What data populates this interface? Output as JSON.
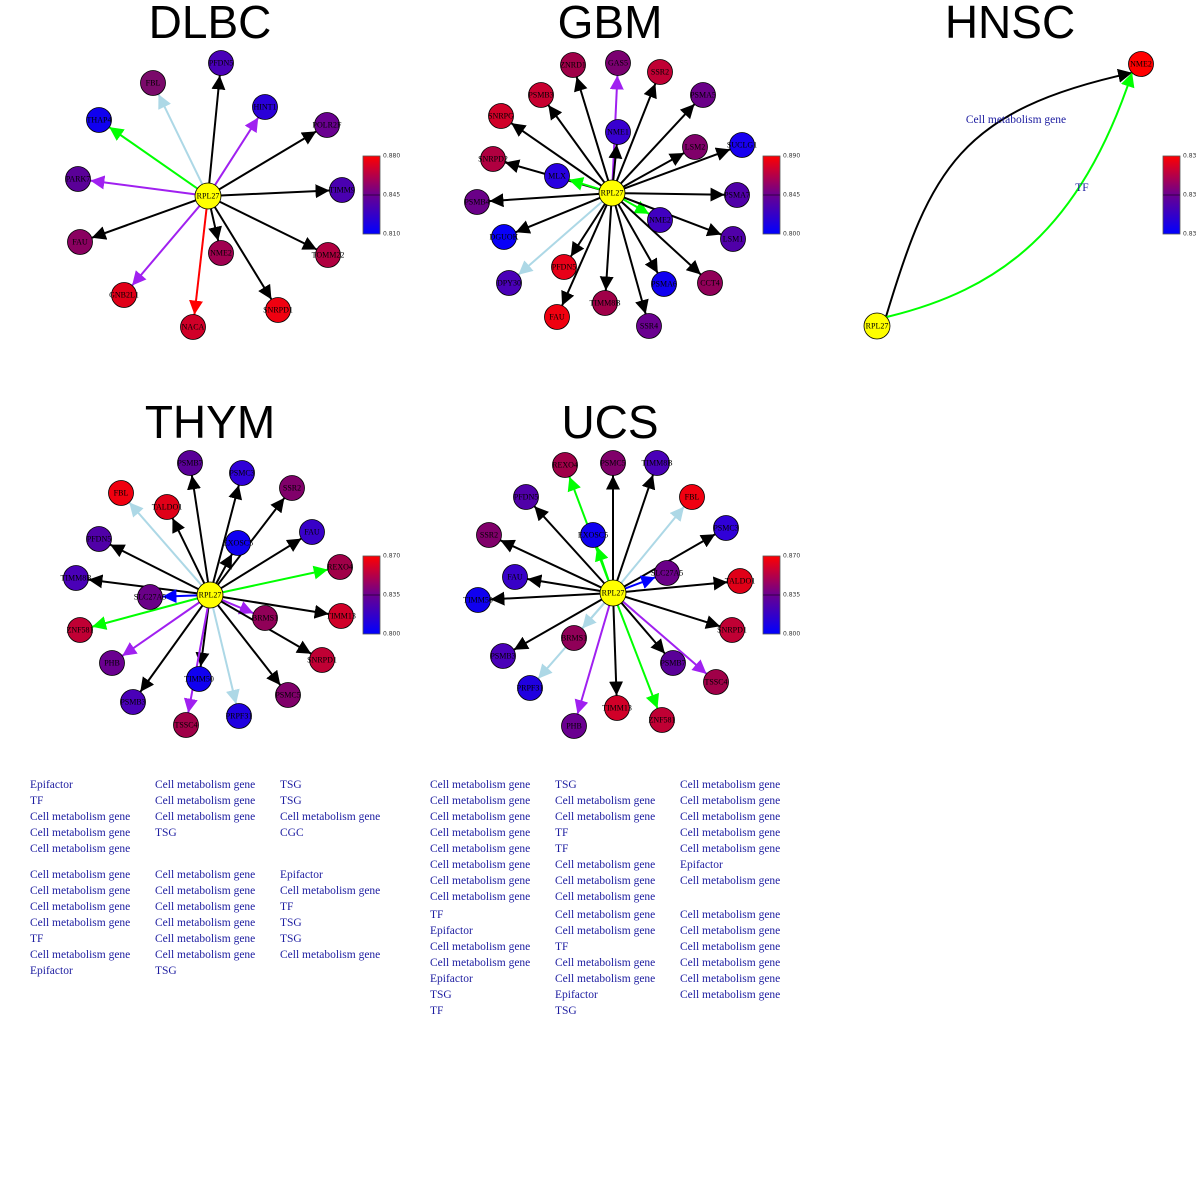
{
  "center_gene": "RPL27",
  "edge_types": {
    "Cell metabolism gene": "#000000",
    "Epifactor": "#add8e6",
    "TSG": "#a020f0",
    "TF": "#00ff00",
    "CGC": "#ff0000",
    "other": "#0000ff"
  },
  "center_color": "#ffff00",
  "panels": [
    {
      "title": "DLBC",
      "colorbar": [
        "0.880",
        "0.845",
        "0.810"
      ],
      "nodes": [
        {
          "name": "FBL",
          "color": "#7a0a6a",
          "edge": "Epifactor"
        },
        {
          "name": "PFDN5",
          "color": "#4a00b8",
          "edge": "Cell metabolism gene"
        },
        {
          "name": "HINT1",
          "color": "#2a00d8",
          "edge": "TSG"
        },
        {
          "name": "THAP4",
          "color": "#1000f0",
          "edge": "TF"
        },
        {
          "name": "POLR2F",
          "color": "#6a0090",
          "edge": "Cell metabolism gene"
        },
        {
          "name": "PARK7",
          "color": "#5a0098",
          "edge": "TSG"
        },
        {
          "name": "TIMM9",
          "color": "#4a00b0",
          "edge": "Cell metabolism gene"
        },
        {
          "name": "FAU",
          "color": "#8a0060",
          "edge": "Cell metabolism gene"
        },
        {
          "name": "NME2",
          "color": "#a00050",
          "edge": "Cell metabolism gene"
        },
        {
          "name": "TOMM22",
          "color": "#b00040",
          "edge": "Cell metabolism gene"
        },
        {
          "name": "GNB2L1",
          "color": "#e00018",
          "edge": "TSG"
        },
        {
          "name": "NACA",
          "color": "#d00028",
          "edge": "CGC"
        },
        {
          "name": "SNRPD1",
          "color": "#f00010",
          "edge": "Cell metabolism gene"
        }
      ]
    },
    {
      "title": "GBM",
      "colorbar": [
        "0.890",
        "0.845",
        "0.800"
      ],
      "nodes": [
        {
          "name": "ZNRD1",
          "color": "#a00048",
          "edge": "Cell metabolism gene"
        },
        {
          "name": "GAS5",
          "color": "#7a0070",
          "edge": "TSG"
        },
        {
          "name": "SSR2",
          "color": "#c00034",
          "edge": "Cell metabolism gene"
        },
        {
          "name": "PSMA5",
          "color": "#6a0088",
          "edge": "Cell metabolism gene"
        },
        {
          "name": "PSMB3",
          "color": "#c80030",
          "edge": "Cell metabolism gene"
        },
        {
          "name": "SNRPG",
          "color": "#d00028",
          "edge": "Cell metabolism gene"
        },
        {
          "name": "NME1",
          "color": "#3800d0",
          "edge": "Cell metabolism gene"
        },
        {
          "name": "LSM2",
          "color": "#80006a",
          "edge": "Cell metabolism gene"
        },
        {
          "name": "SUCLG1",
          "color": "#1800f0",
          "edge": "Cell metabolism gene"
        },
        {
          "name": "SNRPD2",
          "color": "#b00040",
          "edge": "Cell metabolism gene"
        },
        {
          "name": "MLX",
          "color": "#2800e0",
          "edge": "TF"
        },
        {
          "name": "PSMB4",
          "color": "#6a0088",
          "edge": "Cell metabolism gene"
        },
        {
          "name": "PSMA7",
          "color": "#5000a8",
          "edge": "Cell metabolism gene"
        },
        {
          "name": "NME2",
          "color": "#4000c0",
          "edge": "TF"
        },
        {
          "name": "DGUOK",
          "color": "#0800f8",
          "edge": "Cell metabolism gene"
        },
        {
          "name": "LSM1",
          "color": "#5000a8",
          "edge": "Cell metabolism gene"
        },
        {
          "name": "PFDN5",
          "color": "#e80018",
          "edge": "Cell metabolism gene"
        },
        {
          "name": "DPY30",
          "color": "#4a00b8",
          "edge": "Epifactor"
        },
        {
          "name": "PSMA6",
          "color": "#1000f0",
          "edge": "Cell metabolism gene"
        },
        {
          "name": "CCT4",
          "color": "#900058",
          "edge": "Cell metabolism gene"
        },
        {
          "name": "FAU",
          "color": "#f00010",
          "edge": "Cell metabolism gene"
        },
        {
          "name": "TIMM8B",
          "color": "#a00048",
          "edge": "Cell metabolism gene"
        },
        {
          "name": "SSR4",
          "color": "#6a0090",
          "edge": "Cell metabolism gene"
        }
      ]
    },
    {
      "title": "HNSC",
      "colorbar": [
        "0.83",
        "0.83",
        "0.83"
      ],
      "nodes": [
        {
          "name": "NME2",
          "color": "#ff0000",
          "edge": "Cell metabolism gene"
        },
        {
          "name": "NME2",
          "color": "#ff0000",
          "edge": "TF"
        }
      ]
    },
    {
      "title": "THYM",
      "colorbar": [
        "0.870",
        "0.835",
        "0.800"
      ],
      "nodes": [
        {
          "name": "PSMB7",
          "color": "#5a0098",
          "edge": "Cell metabolism gene"
        },
        {
          "name": "PSMC3",
          "color": "#3000d8",
          "edge": "Cell metabolism gene"
        },
        {
          "name": "FBL",
          "color": "#f00010",
          "edge": "Epifactor"
        },
        {
          "name": "SSR2",
          "color": "#80006a",
          "edge": "Cell metabolism gene"
        },
        {
          "name": "TALDO1",
          "color": "#e00018",
          "edge": "Cell metabolism gene"
        },
        {
          "name": "PFDN5",
          "color": "#5000a8",
          "edge": "Cell metabolism gene"
        },
        {
          "name": "FAU",
          "color": "#3800c8",
          "edge": "Cell metabolism gene"
        },
        {
          "name": "EXOSC5",
          "color": "#1000f0",
          "edge": "Cell metabolism gene"
        },
        {
          "name": "REXO4",
          "color": "#a00048",
          "edge": "TF"
        },
        {
          "name": "TIMM8B",
          "color": "#4a00b8",
          "edge": "Cell metabolism gene"
        },
        {
          "name": "SLC27A5",
          "color": "#6a0088",
          "edge": "other"
        },
        {
          "name": "TIMM13",
          "color": "#d00028",
          "edge": "Cell metabolism gene"
        },
        {
          "name": "BRMS1",
          "color": "#900058",
          "edge": "TSG"
        },
        {
          "name": "ZNF581",
          "color": "#c00034",
          "edge": "TF"
        },
        {
          "name": "SNRPD1",
          "color": "#c00034",
          "edge": "Cell metabolism gene"
        },
        {
          "name": "PHB",
          "color": "#6a0090",
          "edge": "TSG"
        },
        {
          "name": "TIMM50",
          "color": "#1000f0",
          "edge": "Cell metabolism gene"
        },
        {
          "name": "PSMC5",
          "color": "#80006a",
          "edge": "Cell metabolism gene"
        },
        {
          "name": "PSMB3",
          "color": "#4a00b8",
          "edge": "Cell metabolism gene"
        },
        {
          "name": "PRPF31",
          "color": "#2000e0",
          "edge": "Epifactor"
        },
        {
          "name": "TSSC4",
          "color": "#a00048",
          "edge": "TSG"
        }
      ]
    },
    {
      "title": "UCS",
      "colorbar": [
        "0.870",
        "0.835",
        "0.800"
      ],
      "nodes": [
        {
          "name": "REXO4",
          "color": "#a00048",
          "edge": "TF"
        },
        {
          "name": "PSMC5",
          "color": "#80006a",
          "edge": "Cell metabolism gene"
        },
        {
          "name": "TIMM8B",
          "color": "#4a00b8",
          "edge": "Cell metabolism gene"
        },
        {
          "name": "FBL",
          "color": "#f00010",
          "edge": "Epifactor"
        },
        {
          "name": "PFDN5",
          "color": "#5000a8",
          "edge": "Cell metabolism gene"
        },
        {
          "name": "SSR2",
          "color": "#80006a",
          "edge": "Cell metabolism gene"
        },
        {
          "name": "PSMC3",
          "color": "#3000d8",
          "edge": "Cell metabolism gene"
        },
        {
          "name": "EXOSC5",
          "color": "#1000f0",
          "edge": "TF"
        },
        {
          "name": "FAU",
          "color": "#3800c8",
          "edge": "Cell metabolism gene"
        },
        {
          "name": "SLC27A5",
          "color": "#6a0088",
          "edge": "other"
        },
        {
          "name": "TALDO1",
          "color": "#e00018",
          "edge": "Cell metabolism gene"
        },
        {
          "name": "TIMM50",
          "color": "#1000f0",
          "edge": "Cell metabolism gene"
        },
        {
          "name": "SNRPD1",
          "color": "#c00034",
          "edge": "Cell metabolism gene"
        },
        {
          "name": "BRMS1",
          "color": "#900058",
          "edge": "Epifactor"
        },
        {
          "name": "PSMB3",
          "color": "#4a00b8",
          "edge": "Cell metabolism gene"
        },
        {
          "name": "PSMB7",
          "color": "#5a0098",
          "edge": "Cell metabolism gene"
        },
        {
          "name": "TSSC4",
          "color": "#a00048",
          "edge": "TSG"
        },
        {
          "name": "PRPF31",
          "color": "#2000e0",
          "edge": "Epifactor"
        },
        {
          "name": "TIMM13",
          "color": "#d00028",
          "edge": "Cell metabolism gene"
        },
        {
          "name": "ZNF581",
          "color": "#c00034",
          "edge": "TF"
        },
        {
          "name": "PHB",
          "color": "#6a0090",
          "edge": "TSG"
        }
      ]
    }
  ]
}
